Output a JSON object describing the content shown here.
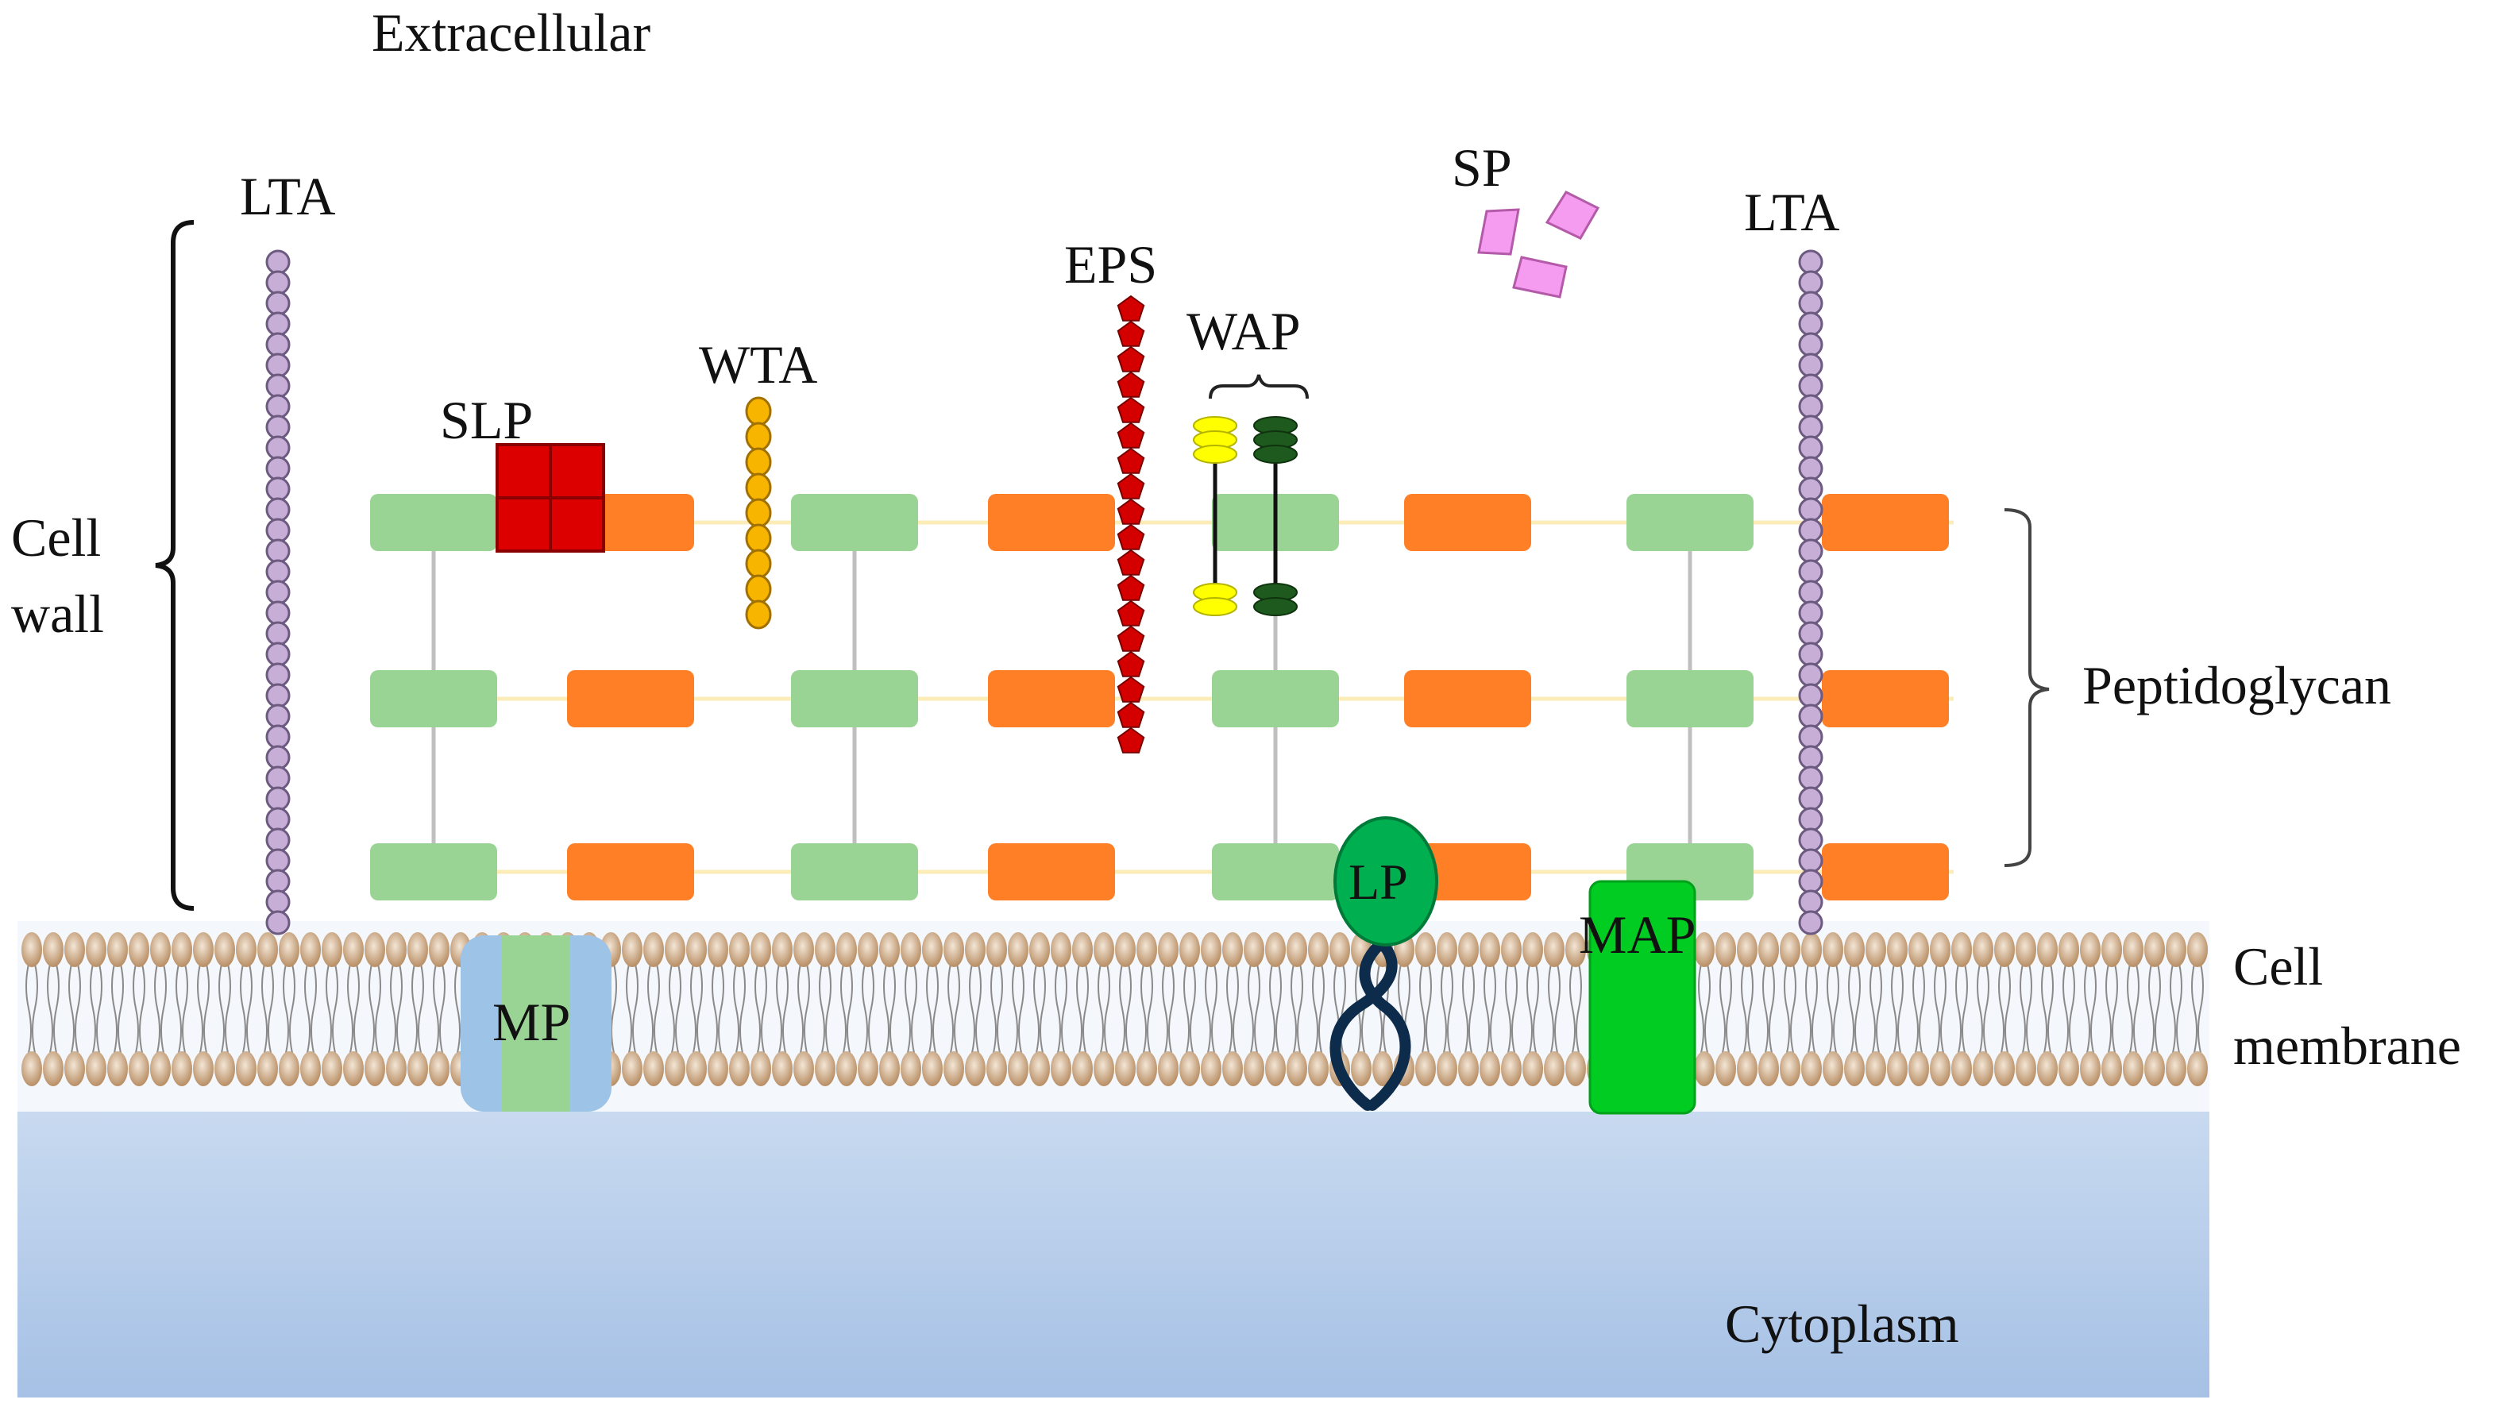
{
  "labels": {
    "extracellular": "Extracellular",
    "cytoplasm": "Cytoplasm",
    "cell_wall_line1": "Cell",
    "cell_wall_line2": "wall",
    "cell_membrane_line1": "Cell",
    "cell_membrane_line2": "membrane",
    "peptidoglycan": "Peptidoglycan",
    "lta_left": "LTA",
    "lta_right": "LTA",
    "slp": "SLP",
    "wta": "WTA",
    "eps": "EPS",
    "wap": "WAP",
    "sp": "SP",
    "lp": "LP",
    "map": "MAP",
    "mp": "MP"
  },
  "colors": {
    "glycan_green": "#99d494",
    "peptide_orange": "#ff7f27",
    "crosslink_gray": "#bfbfbf",
    "strand_cream": "#fbecb8",
    "lta_lilac": "#c6aed6",
    "wta_yellow": "#f7b500",
    "eps_red": "#d40000",
    "slp_red": "#dd0000",
    "wap_yellow": "#ffff00",
    "wap_darkgreen": "#1e5a1e",
    "sp_pink": "#f59cf0",
    "lp_green": "#00b050",
    "lp_anchor_navy": "#0d2b4a",
    "map_green": "#00cc22",
    "mp_blue": "#9dc3e6",
    "mp_green": "#99d494",
    "lipid_head": "#c9a27c",
    "cytoplasm_top": "#d7e5f5",
    "cytoplasm_bottom": "#a8c3e6"
  }
}
